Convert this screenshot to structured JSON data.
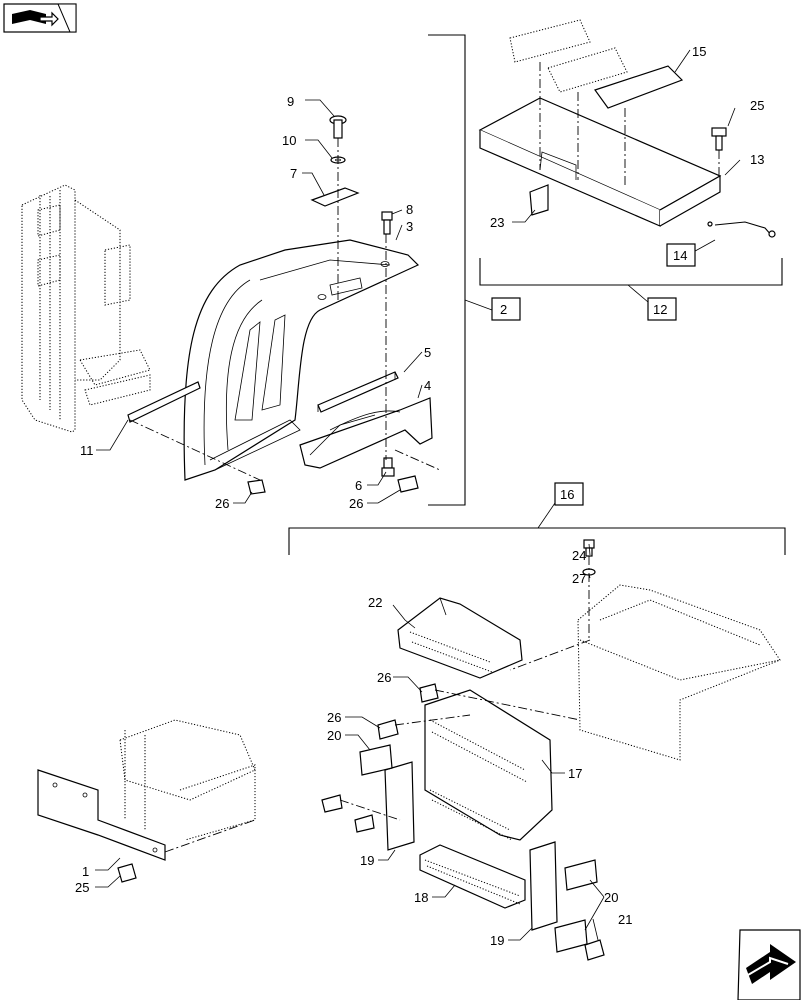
{
  "callouts": {
    "c1": "1",
    "c2": "2",
    "c3": "3",
    "c4": "4",
    "c5": "5",
    "c6": "6",
    "c7": "7",
    "c8": "8",
    "c9": "9",
    "c10": "10",
    "c11": "11",
    "c12": "12",
    "c13": "13",
    "c14": "14",
    "c15": "15",
    "c16": "16",
    "c17": "17",
    "c18": "18",
    "c19a": "19",
    "c19b": "19",
    "c20a": "20",
    "c20b": "20",
    "c21": "21",
    "c22": "22",
    "c23": "23",
    "c24": "24",
    "c25a": "25",
    "c25b": "25",
    "c26a": "26",
    "c26b": "26",
    "c26c": "26",
    "c26d": "26",
    "c27": "27"
  },
  "icons": {
    "top_left": "book-arrow-icon",
    "bottom_right": "next-page-arrow-icon"
  }
}
